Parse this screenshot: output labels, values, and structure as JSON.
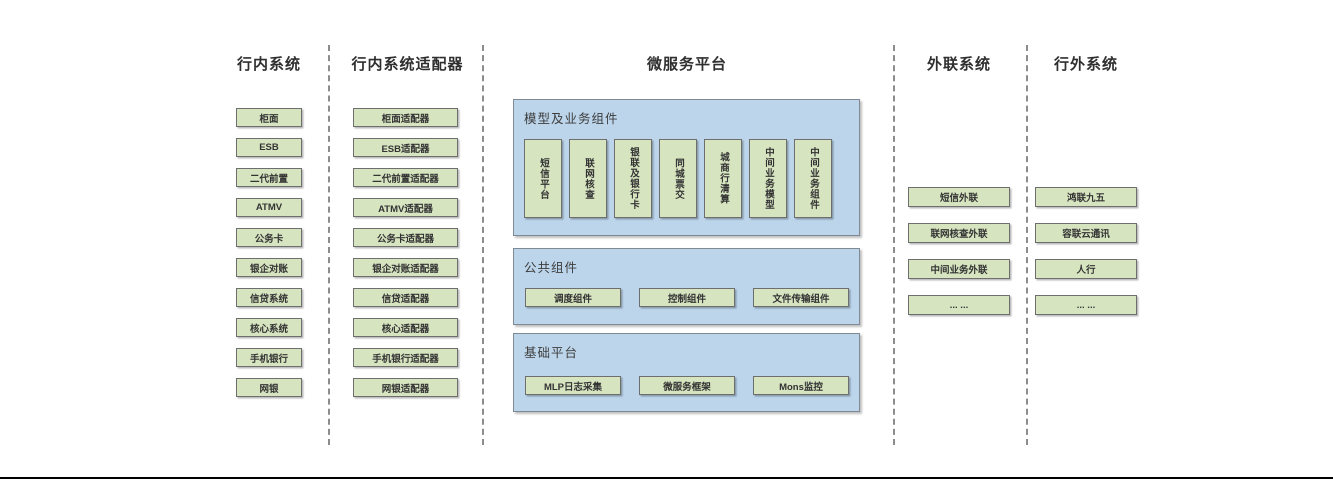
{
  "diagram": {
    "columns": [
      {
        "heading": "行内系统",
        "items": [
          "柜面",
          "ESB",
          "二代前置",
          "ATMV",
          "公务卡",
          "银企对账",
          "信贷系统",
          "核心系统",
          "手机银行",
          "网银"
        ]
      },
      {
        "heading": "行内系统适配器",
        "items": [
          "柜面适配器",
          "ESB适配器",
          "二代前置适配器",
          "ATMV适配器",
          "公务卡适配器",
          "银企对账适配器",
          "信贷适配器",
          "核心适配器",
          "手机银行适配器",
          "网银适配器"
        ]
      },
      {
        "heading": "微服务平台"
      },
      {
        "heading": "外联系统",
        "items": [
          "短信外联",
          "联网核查外联",
          "中间业务外联",
          "... ..."
        ]
      },
      {
        "heading": "行外系统",
        "items": [
          "鸿联九五",
          "容联云通讯",
          "人行",
          "... ..."
        ]
      }
    ],
    "platform_panels": [
      {
        "title": "模型及业务组件",
        "items": [
          "短信平台",
          "联网核查",
          "银联及银行卡",
          "同城票交",
          "城商行清算",
          "中间业务模型",
          "中间业务组件"
        ]
      },
      {
        "title": "公共组件",
        "items": [
          "调度组件",
          "控制组件",
          "文件传输组件"
        ]
      },
      {
        "title": "基础平台",
        "items": [
          "MLP日志采集",
          "微服务框架",
          "Mons监控"
        ]
      }
    ]
  },
  "colors": {
    "green_fill": "#d7e4c0",
    "green_border": "#6e6e6e",
    "blue_fill": "#bcd5eb",
    "blue_border": "#7f8a94",
    "heading_text": "#2f2f2f",
    "bottom_line": "#000000"
  }
}
